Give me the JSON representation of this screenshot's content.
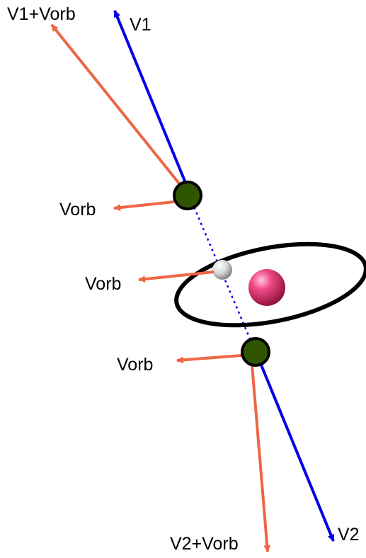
{
  "labels": {
    "v1_plus_vorb": "V1+Vorb",
    "v1": "V1",
    "vorb_top": "Vorb",
    "vorb_middle": "Vorb",
    "vorb_bottom": "Vorb",
    "v2_plus_vorb": "V2+Vorb",
    "v2": "V2"
  },
  "colors": {
    "velocity_arrow": "#0000ee",
    "orbital_arrow": "#ee6644",
    "spacecraft": "#2f5500",
    "orbit": "#000000",
    "planet": "#e0306a",
    "moon": "#d8d8d8"
  }
}
